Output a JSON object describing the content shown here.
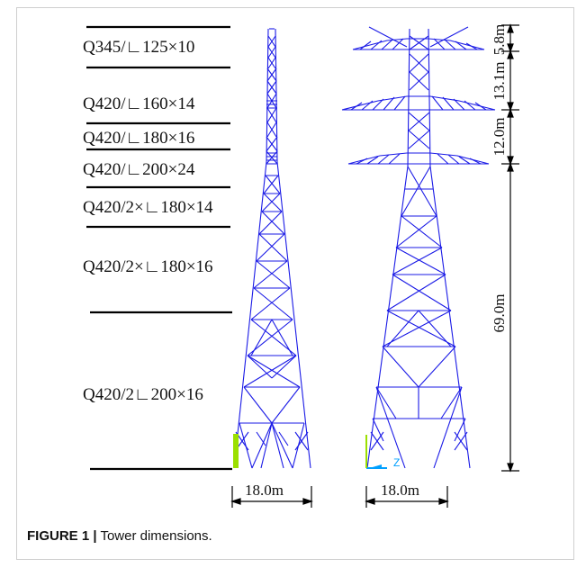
{
  "materials": [
    "Q345/∟125×10",
    "Q420/∟160×14",
    "Q420/∟180×16",
    "Q420/∟200×24",
    "Q420/2×∟180×14",
    "Q420/2×∟180×16",
    "Q420/2∟200×16"
  ],
  "base_widths": {
    "left": "18.0m",
    "right": "18.0m"
  },
  "height_dims": [
    "5.8m",
    "13.1m",
    "12.0m",
    "69.0m"
  ],
  "axis_label": "Z",
  "caption": {
    "label": "FIGURE 1 |",
    "text": "Tower dimensions."
  },
  "colors": {
    "tower": "#1a1ae6",
    "axis": "#00a0ff",
    "base_marker": "#9be000"
  }
}
